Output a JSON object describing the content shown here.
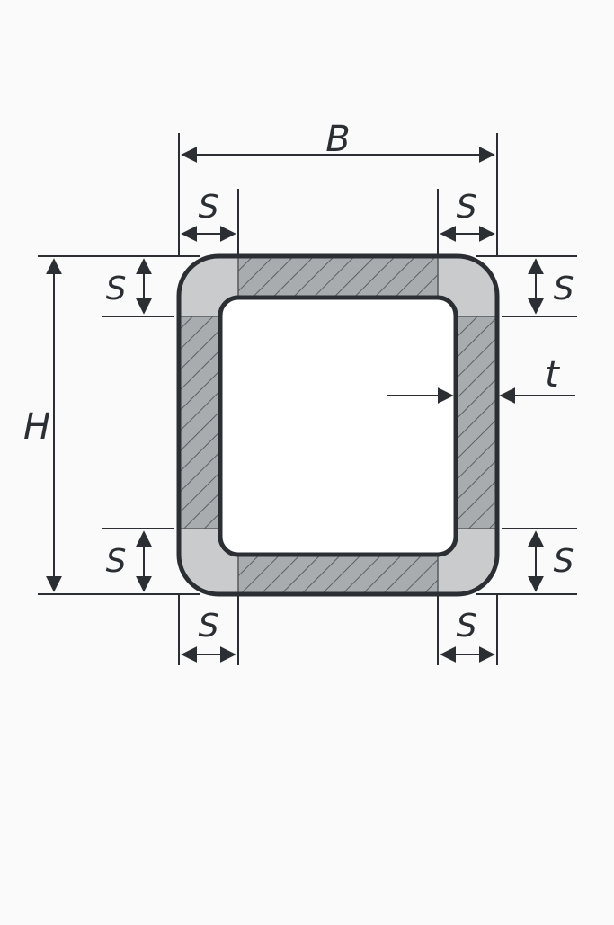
{
  "labels": {
    "B": "B",
    "H": "H",
    "t": "t",
    "s_top_left": "S",
    "s_top_right": "S",
    "s_bottom_left": "S",
    "s_bottom_right": "S",
    "s_left_upper": "S",
    "s_left_lower": "S",
    "s_right_upper": "S",
    "s_right_lower": "S"
  },
  "colors": {
    "background": "#fafafa",
    "outline": "#2b2f33",
    "corner_fill": "#c9cbcd",
    "hatch_fill": "#a9acaf"
  }
}
